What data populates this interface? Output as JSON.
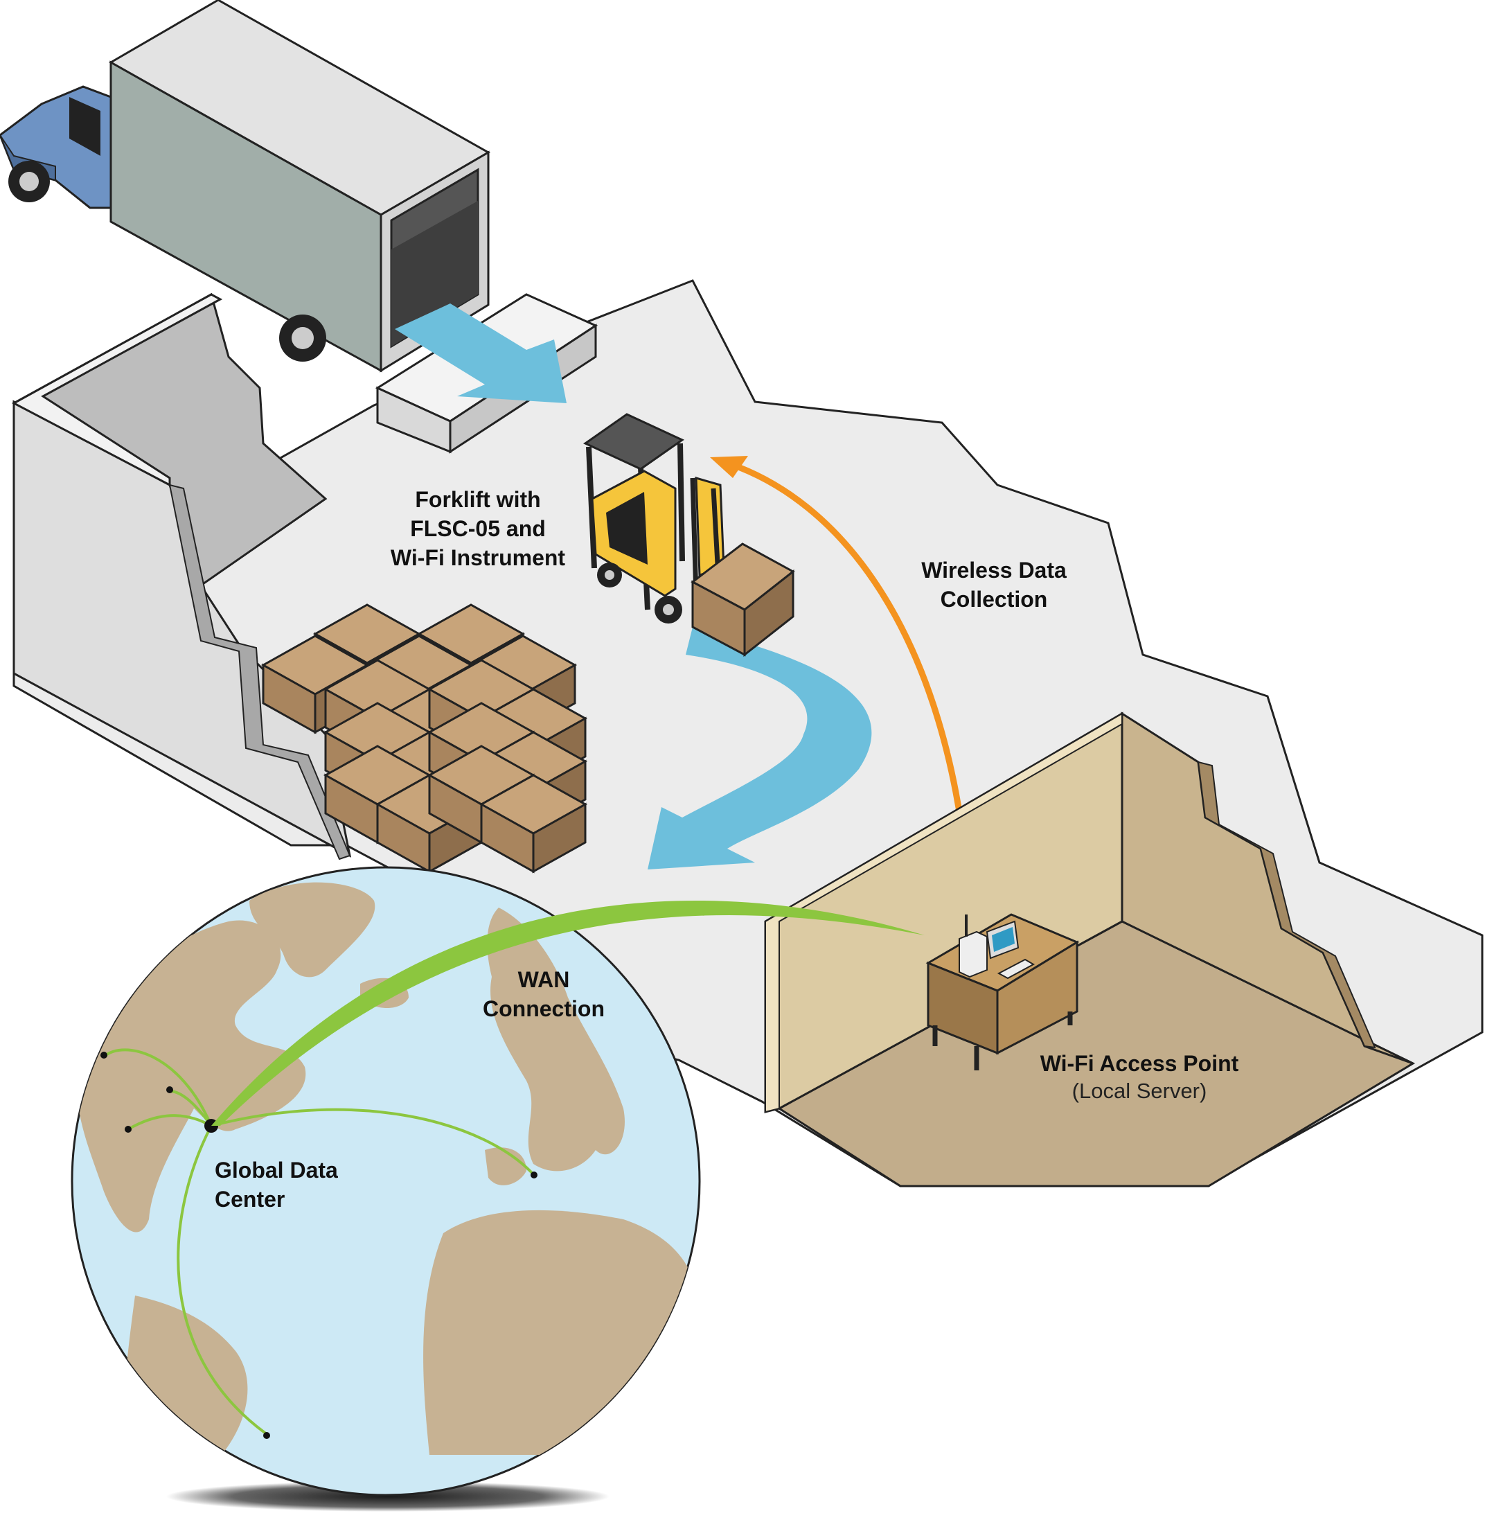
{
  "labels": {
    "forklift": [
      "Forklift with",
      "FLSC-05 and",
      "Wi-Fi Instrument"
    ],
    "wireless": [
      "Wireless Data",
      "Collection"
    ],
    "access_point": "Wi-Fi Access Point",
    "access_point_sub": "(Local Server)",
    "wan": [
      "WAN",
      "Connection"
    ],
    "data_center": [
      "Global Data",
      "Center"
    ]
  },
  "colors": {
    "flow_arrow": "#6dbfdc",
    "wireless_arrow": "#f4931f",
    "wan_link": "#8cc63f",
    "ocean": "#cde9f5",
    "land": "#c7b293",
    "box": "#a9855e",
    "box_top": "#c8a47a",
    "room_wall": "#dccba3",
    "room_floor": "#c2ad8b",
    "truck_cab": "#6e93c4",
    "forklift": "#f5c53b"
  }
}
